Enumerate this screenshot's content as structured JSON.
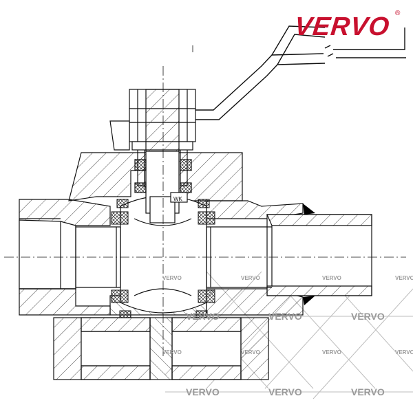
{
  "brand": {
    "logo_text": "VERVO",
    "registered_mark": "®",
    "logo_color": "#c8102e"
  },
  "watermark": {
    "text": "VERVO",
    "color": "#9a9a9a"
  },
  "drawing": {
    "line_color": "#111111",
    "hatch_color": "#333333",
    "weld_fill": "#000000",
    "stem_stamp": "WK"
  }
}
